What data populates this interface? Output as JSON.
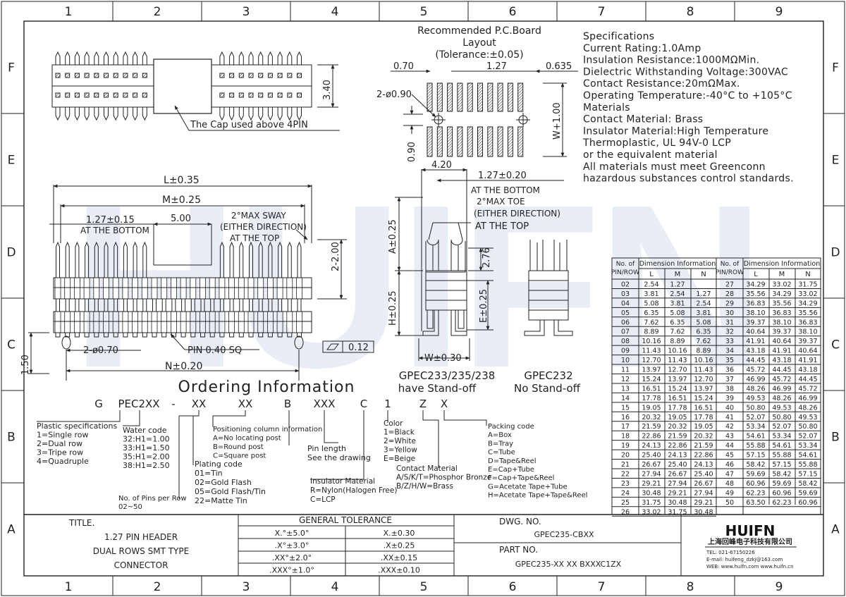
{
  "border": {
    "cols": [
      "1",
      "2",
      "3",
      "4",
      "5",
      "6",
      "7",
      "8",
      "9"
    ],
    "rows": [
      "F",
      "E",
      "D",
      "C",
      "B",
      "A"
    ]
  },
  "watermark": "HUIFN",
  "top_view": {
    "dim_340": "3.40",
    "cap_note": "The Cap used above 4PIN"
  },
  "front_view": {
    "L": "L±0.35",
    "M": "M±0.25",
    "p127": "1.27±0.15",
    "at_bottom": "AT THE BOTTOM",
    "d500": "5.00",
    "sway1": "2°MAX SWAY",
    "sway2": "(EITHER DIRECTION)",
    "sway3": "AT THE TOP",
    "d200": "2-2.00",
    "hole": "2-ø0.70",
    "pin": "PIN 0.40 SQ",
    "flat": "0.12",
    "d150": "1.50",
    "N": "N±0.20"
  },
  "pcb": {
    "title1": "Recommended P.C.Board",
    "title2": "Layout",
    "title3": "(Tolerance:±0.05)",
    "d070": "0.70",
    "d127": "1.27",
    "d0635": "0.635",
    "hole": "2-ø0.90",
    "d090": "0.90",
    "w100": "W+1.00"
  },
  "side_view": {
    "d420": "4.20",
    "p127": "1.27±0.20",
    "at_bottom": "AT THE BOTTOM",
    "toe1": "2°MAX TOE",
    "toe2": "(EITHER DIRECTION)",
    "toe3": "AT THE TOP",
    "A": "A±0.25",
    "d276": "2.76",
    "H": "H±0.25",
    "E": "E±0.25",
    "W": "W±0.30",
    "cap1a": "GPEC233/235/238",
    "cap1b": "have Stand-off",
    "cap2a": "GPEC232",
    "cap2b": "No Stand-off"
  },
  "specs": [
    "Specifications",
    "Current Rating:1.0Amp",
    "Insulation Resistance:1000MΩMin.",
    "Dielectric Withstanding Voltage:300VAC",
    "Contact Resistance:20mΩMax.",
    "Operating Temperature:-40°C to +105°C",
    "Materials",
    "Contact Material: Brass",
    "Insulator Material:High Temperature",
    "Thermoplastic, UL 94V-0 LCP",
    "or the equivalent material",
    "All materials must meet Greenconn",
    "hazardous substances control standards."
  ],
  "dim_table": {
    "h_nopin": "No. of",
    "h_nopin2": "PIN/ROW",
    "h_dim": "Dimension Information",
    "h_L": "L",
    "h_M": "M",
    "h_N": "N",
    "left": [
      [
        "02",
        "2.54",
        "1.27",
        ""
      ],
      [
        "03",
        "3.81",
        "2.54",
        "1.27"
      ],
      [
        "04",
        "5.08",
        "3.81",
        "2.54"
      ],
      [
        "05",
        "6.35",
        "5.08",
        "3.81"
      ],
      [
        "06",
        "7.62",
        "6.35",
        "5.08"
      ],
      [
        "07",
        "8.89",
        "7.62",
        "6.35"
      ],
      [
        "08",
        "10.16",
        "8.89",
        "7.62"
      ],
      [
        "09",
        "11.43",
        "10.16",
        "8.89"
      ],
      [
        "10",
        "12.70",
        "11.43",
        "10.16"
      ],
      [
        "11",
        "13.97",
        "12.70",
        "11.43"
      ],
      [
        "12",
        "15.24",
        "13.97",
        "12.70"
      ],
      [
        "13",
        "16.51",
        "15.24",
        "13.97"
      ],
      [
        "14",
        "17.78",
        "16.51",
        "15.24"
      ],
      [
        "15",
        "19.05",
        "17.78",
        "16.51"
      ],
      [
        "16",
        "20.32",
        "19.05",
        "17.78"
      ],
      [
        "17",
        "21.59",
        "20.32",
        "19.05"
      ],
      [
        "18",
        "22.86",
        "21.59",
        "20.32"
      ],
      [
        "19",
        "24.13",
        "22.86",
        "21.59"
      ],
      [
        "20",
        "25.40",
        "24.13",
        "22.86"
      ],
      [
        "21",
        "26.67",
        "25.40",
        "24.13"
      ],
      [
        "22",
        "27.94",
        "26.67",
        "25.40"
      ],
      [
        "23",
        "29.21",
        "27.94",
        "26.67"
      ],
      [
        "24",
        "30.48",
        "29.21",
        "27.94"
      ],
      [
        "25",
        "31.75",
        "30.48",
        "29.21"
      ],
      [
        "26",
        "33.02",
        "31.75",
        "30.48"
      ]
    ],
    "right": [
      [
        "27",
        "34.29",
        "33.02",
        "31.75"
      ],
      [
        "28",
        "35.56",
        "34.29",
        "33.02"
      ],
      [
        "29",
        "36.83",
        "35.56",
        "34.29"
      ],
      [
        "30",
        "38.10",
        "36.83",
        "35.56"
      ],
      [
        "31",
        "39.37",
        "38.10",
        "36.83"
      ],
      [
        "32",
        "40.64",
        "39.37",
        "38.10"
      ],
      [
        "33",
        "41.91",
        "40.64",
        "39.37"
      ],
      [
        "34",
        "43.18",
        "41.91",
        "40.64"
      ],
      [
        "35",
        "44.45",
        "43.18",
        "41.91"
      ],
      [
        "36",
        "45.72",
        "44.45",
        "43.18"
      ],
      [
        "37",
        "46.99",
        "45.72",
        "44.45"
      ],
      [
        "38",
        "48.26",
        "46.99",
        "45.72"
      ],
      [
        "39",
        "49.53",
        "48.26",
        "46.99"
      ],
      [
        "40",
        "50.80",
        "49.53",
        "48.26"
      ],
      [
        "41",
        "52.07",
        "50.80",
        "49.53"
      ],
      [
        "42",
        "53.34",
        "52.07",
        "50.80"
      ],
      [
        "43",
        "54.61",
        "53.34",
        "52.07"
      ],
      [
        "44",
        "55.88",
        "54.61",
        "53.34"
      ],
      [
        "45",
        "57.15",
        "55.88",
        "54.61"
      ],
      [
        "46",
        "58.42",
        "57.15",
        "55.88"
      ],
      [
        "47",
        "59.69",
        "58.42",
        "57.15"
      ],
      [
        "48",
        "60.96",
        "59.69",
        "58.42"
      ],
      [
        "49",
        "62.23",
        "60.96",
        "59.69"
      ],
      [
        "50",
        "63.50",
        "62.23",
        "60.96"
      ]
    ]
  },
  "ordering": {
    "title": "Ordering Information",
    "code": [
      "G",
      "PEC2XX",
      "-",
      "XX",
      "XX",
      "B",
      "XXX",
      "C",
      "1",
      "Z",
      "X"
    ],
    "plastic": [
      "Plastic specifications",
      "1=Single row",
      "2=Dual row",
      "3=Tripe row",
      "4=Quadruple"
    ],
    "water": [
      "Water code",
      "32:H1=1.00",
      "33:H1=1.50",
      "35:H1=2.00",
      "38:H1=2.50"
    ],
    "pins": [
      "No. of Pins per Row",
      "02~50"
    ],
    "plating": [
      "Plating code",
      "01=Tin",
      "02=Gold Flash",
      "05=Gold Flash/Tin",
      "22=Matte Tin"
    ],
    "position": [
      "Positioning column information",
      "A=No locating post",
      "B=Round post",
      "C=Square post"
    ],
    "insulator": [
      "Insulator Material",
      "R=Nylon(Halogen Free)",
      "C=LCP"
    ],
    "pinlen": [
      "Pin length",
      "See the drawing"
    ],
    "color": [
      "Color",
      "1=Black",
      "2=White",
      "3=Yellow",
      "E=Beige"
    ],
    "contact": [
      "Contact Material",
      "A/S/K/T=Phosphor Bronze",
      "B/Z/H/W=Brass"
    ],
    "packing": [
      "Packing code",
      "A=Box",
      "B=Tray",
      "C=Tube",
      "D=Tape&Reel",
      "E=Cap+Tube",
      "F=Cap+Tape&Reel",
      "G=Acetate Tape+Tube",
      "H=Acetate Tape+Tape&Reel"
    ]
  },
  "title_block": {
    "title_label": "TITLE.",
    "title_lines": [
      "1.27 PIN HEADER",
      "DUAL ROWS SMT TYPE",
      "CONNECTOR"
    ],
    "tol_header": "GENERAL TOLERANCE",
    "tol_rows": [
      [
        "X.°±5.0°",
        "X.±0.30"
      ],
      [
        ".X°±3.0°",
        ".X±0.25"
      ],
      [
        ".XX°±2.0°",
        ".XX±0.15"
      ],
      [
        ".XXX°±1.0°",
        ".XXX±0.10"
      ]
    ],
    "dwg_label": "DWG. NO.",
    "dwg_no": "GPEC235-CBXX",
    "part_label": "PART NO.",
    "part_no": "GPEC235-XX XX BXXXC1ZX",
    "logo": "HUIFN",
    "company": "上海回峰电子科技有限公司",
    "tel": "TEL: 021-67150226",
    "email": "E-mail: huifeng_dzkj@163.com",
    "web": "WEB: www.huifn.com   www.huifn.cn"
  }
}
